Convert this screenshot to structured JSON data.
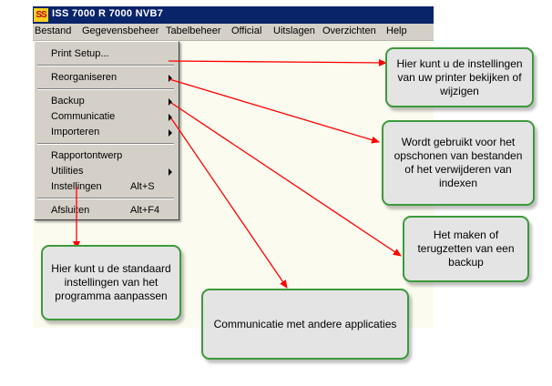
{
  "window": {
    "icon_text": "SS",
    "title": "ISS 7000 R 7000 NVB7"
  },
  "menubar": {
    "items": [
      "Bestand",
      "Gegevensbeheer",
      "Tabelbeheer",
      "Official",
      "Uitslagen",
      "Overzichten",
      "Help"
    ]
  },
  "dropdown": {
    "items": [
      {
        "label": "Print Setup...",
        "shortcut": "",
        "submenu": false
      },
      {
        "label": "Reorganiseren",
        "shortcut": "",
        "submenu": true
      },
      {
        "label": "Backup",
        "shortcut": "",
        "submenu": true
      },
      {
        "label": "Communicatie",
        "shortcut": "",
        "submenu": true
      },
      {
        "label": "Importeren",
        "shortcut": "",
        "submenu": true
      },
      {
        "label": "Rapportontwerp",
        "shortcut": "",
        "submenu": false
      },
      {
        "label": "Utilities",
        "shortcut": "",
        "submenu": true
      },
      {
        "label": "Instellingen",
        "shortcut": "Alt+S",
        "submenu": false
      },
      {
        "label": "Afsluiten",
        "shortcut": "Alt+F4",
        "submenu": false
      }
    ]
  },
  "callouts": {
    "print_setup": "Hier kunt u de instellingen van uw printer bekijken of wijzigen",
    "reorganiseren": "Wordt gebruikt voor het opschonen van bestanden of het verwijderen van indexen",
    "backup": "Het maken of terugzetten van  een backup",
    "instellingen": "Hier kunt u de standaard instellingen van het programma aanpassen",
    "communicatie": "Communicatie met andere applicaties"
  },
  "colors": {
    "titlebar": "#0a246a",
    "menu_bg": "#d4d0c8",
    "callout_border": "#3c9a3c",
    "callout_bg": "#e4e4e4",
    "arrow": "#ff0000"
  }
}
